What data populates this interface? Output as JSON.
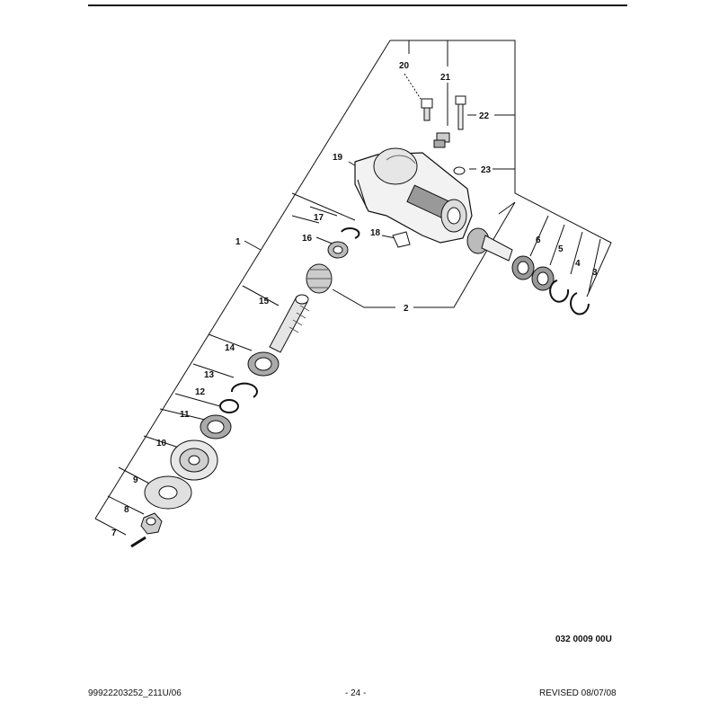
{
  "callouts": [
    "1",
    "2",
    "3",
    "4",
    "5",
    "6",
    "7",
    "8",
    "9",
    "10",
    "11",
    "12",
    "13",
    "14",
    "15",
    "16",
    "17",
    "18",
    "19",
    "20",
    "21",
    "22",
    "23"
  ],
  "drawing_code": "032 0009 00U",
  "footer": {
    "left": "99922203252_211U/06",
    "center": "- 24 -",
    "right": "REVISED 08/07/08"
  }
}
